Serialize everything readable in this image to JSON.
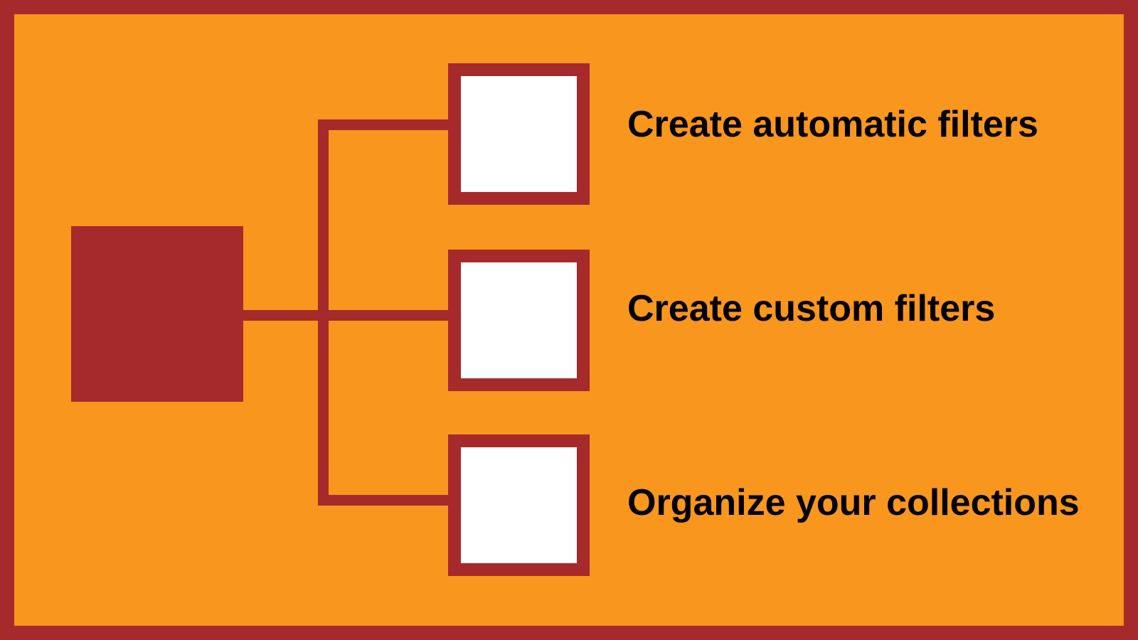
{
  "diagram": {
    "type": "tree",
    "root": {
      "shape": "filled-square"
    },
    "branches": [
      {
        "label": "Create automatic filters"
      },
      {
        "label": "Create custom filters"
      },
      {
        "label": "Organize your collections"
      }
    ]
  },
  "colors": {
    "background": "#F8961D",
    "frame": "#A62A2B",
    "shapes": "#A62A2B",
    "node_fill": "#FFFFFF",
    "label_text": "#000000"
  }
}
